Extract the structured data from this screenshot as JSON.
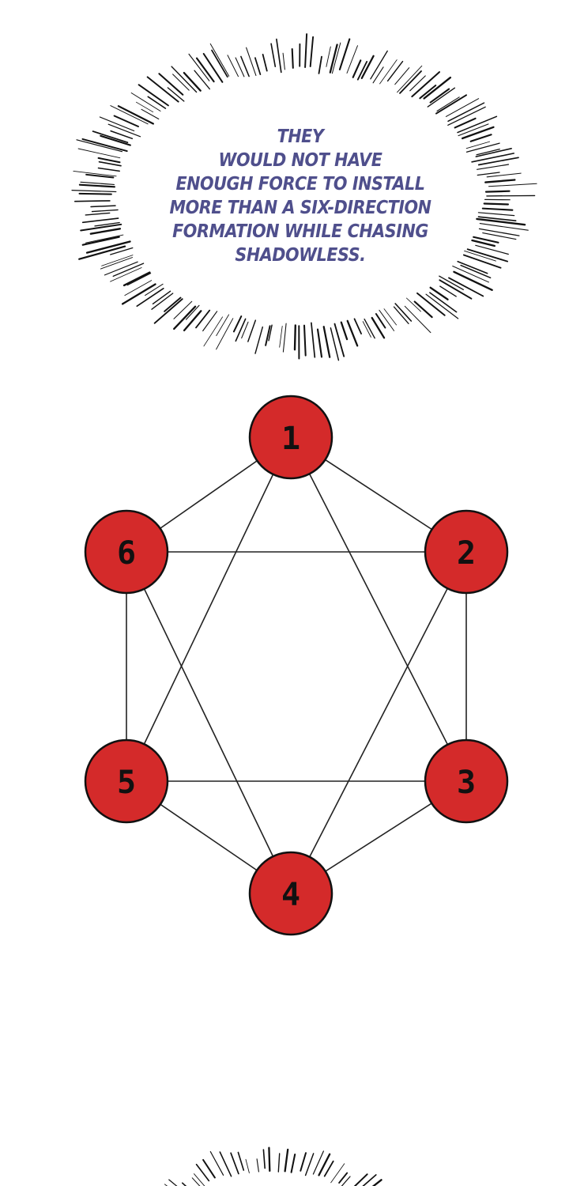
{
  "speech_bubble": {
    "lines": [
      "THEY",
      "WOULD NOT HAVE",
      "ENOUGH FORCE TO INSTALL",
      "MORE THAN A SIX-DIRECTION",
      "FORMATION WHILE CHASING",
      "SHADOWLESS."
    ],
    "text_color": "#4f4f8c"
  },
  "formation": {
    "nodes": [
      {
        "label": "1"
      },
      {
        "label": "2"
      },
      {
        "label": "3"
      },
      {
        "label": "4"
      },
      {
        "label": "5"
      },
      {
        "label": "6"
      }
    ],
    "edges": [
      [
        "1",
        "2"
      ],
      [
        "2",
        "3"
      ],
      [
        "3",
        "4"
      ],
      [
        "4",
        "5"
      ],
      [
        "5",
        "6"
      ],
      [
        "6",
        "1"
      ],
      [
        "1",
        "3"
      ],
      [
        "3",
        "5"
      ],
      [
        "5",
        "1"
      ],
      [
        "2",
        "4"
      ],
      [
        "4",
        "6"
      ],
      [
        "6",
        "2"
      ]
    ],
    "node_color": "#d42a2a",
    "node_outline": "#111111",
    "edge_color": "#222222"
  }
}
